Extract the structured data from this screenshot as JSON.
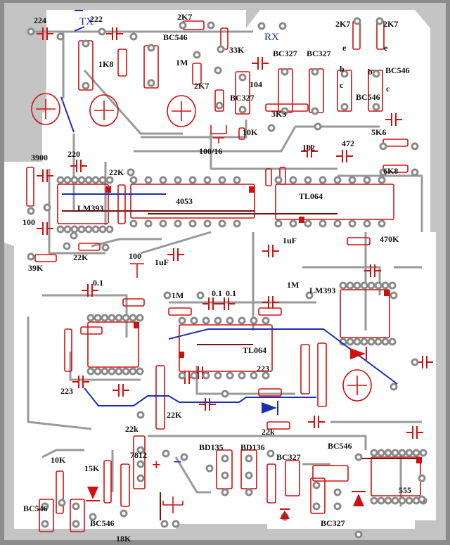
{
  "board": {
    "colors": {
      "copper": "#9a9a9a",
      "components": "#d01010",
      "jumpers": "#1a2fb0",
      "board_edge": "#8c8c8c",
      "fill": "#c4c4c4"
    },
    "labels": [
      "224",
      "TX",
      "222",
      "2K7",
      "BC546",
      "1K8",
      "1M",
      "33K",
      "RX",
      "BC327",
      "BC327",
      "2K7",
      "2K7",
      "e",
      "e",
      "b",
      "b",
      "BC546",
      "c",
      "c",
      "BC546",
      "2K7",
      "104",
      "BC327",
      "3K3",
      "10K",
      "100/16",
      "5K6",
      "102",
      "472",
      "6K8",
      "3900",
      "220",
      "22K",
      "4053",
      "TL064",
      "LM393",
      "100",
      "39K",
      "22K",
      "100",
      "1uF",
      "1uF",
      "470K",
      "0.1",
      "1M",
      "0.1",
      "0.1",
      "1M",
      "LM393",
      "TL064",
      "223",
      "223",
      "22K",
      "22k",
      "22k",
      "10K",
      "15K",
      "7812",
      "BD135",
      "BD136",
      "BC327",
      "BC546",
      "555",
      "BC546",
      "BC546",
      "18K",
      "BC327"
    ],
    "polarity": {
      "plus": "+",
      "minus": "−"
    }
  }
}
